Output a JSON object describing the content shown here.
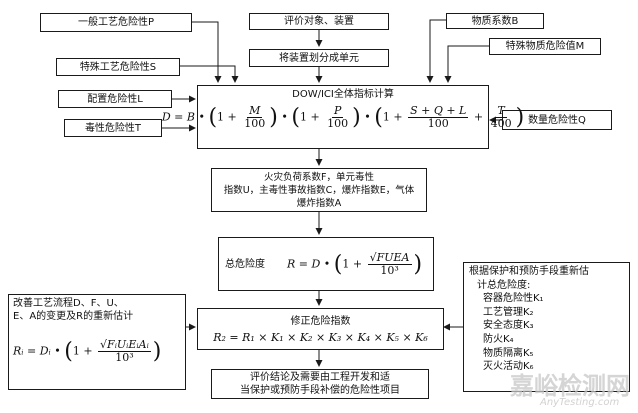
{
  "boxes": {
    "general_process_hazard": "一般工艺危险性P",
    "special_process_hazard": "特殊工艺危险性S",
    "layout_hazard": "配置危险性L",
    "toxicity_hazard": "毒性危险性T",
    "eval_object": "评价对象、装置",
    "split_units": "将装置划分成单元",
    "material_factor": "物质系数B",
    "special_material_hazard": "特殊物质危险值M",
    "quantity_hazard": "数量危险性Q",
    "dow_title": "DOW/ICI全体指标计算",
    "fire_line1": "火灾负荷系数F，单元毒性",
    "fire_line2": "指数U，主毒性事故指数C，爆炸指数E，气体",
    "fire_line3": "爆炸指数A",
    "total_hazard_label": "总危险度",
    "corrected_hazard_title": "修正危险指数",
    "conclusion_line1": "评价结论及需要由工程开发和适",
    "conclusion_line2": "当保护或预防手段补偿的危险性项目"
  },
  "side_texts": {
    "improve_lines": [
      "改善工艺流程D、F、U、",
      "E、A的变更及R的重新估计"
    ],
    "reestimate_lines": [
      "根据保护和预防手段重新估",
      "计总危险度:",
      "容器危险性K₁",
      "工艺管理K₂",
      "安全态度K₃",
      "防火K₄",
      "物质隔离K₅",
      "灭火活动K₆"
    ]
  },
  "formulas": {
    "dow": {
      "lhs": "D = B •",
      "one": "1 +",
      "M_num": "M",
      "M_den": "100",
      "P_num": "P",
      "P_den": "100",
      "SQL_num": "S + Q + L",
      "SQL_den": "100",
      "T_num": "T",
      "T_den": "400",
      "dot": "•",
      "plus": "+"
    },
    "total": {
      "lhs": "R = D •",
      "one": "1 +",
      "num": "√FUEA",
      "den": "10³"
    },
    "corrected": "R₂ = R₁ × K₁ × K₂ × K₃ × K₄ × K₅ × K₆",
    "improve": {
      "lhs": "Rᵢ = Dᵢ •",
      "one": "1 +",
      "num": "√FᵢUᵢEᵢAᵢ",
      "den": "10³"
    }
  },
  "watermark": {
    "cn": "嘉峪检测网",
    "en": "AnyTesting.com"
  }
}
